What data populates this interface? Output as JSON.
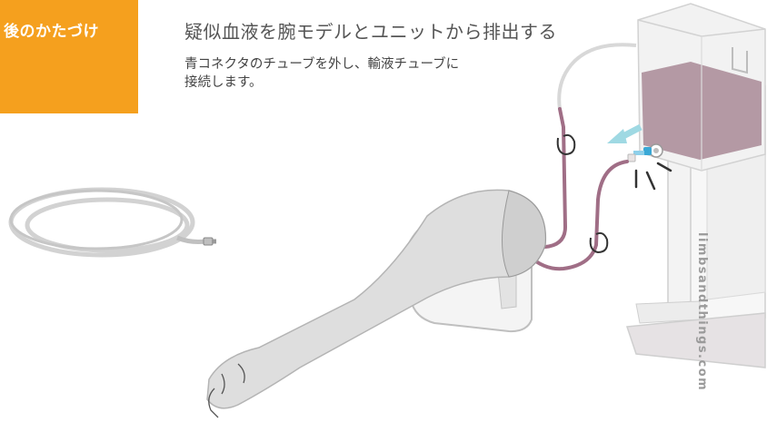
{
  "header": {
    "tab_label": "後のかたづけ",
    "title": "疑似血液を腕モデルとユニットから排出する"
  },
  "instruction": {
    "line1": "青コネクタのチューブを外し、輸液チューブに",
    "line2": "接続します。"
  },
  "watermark": "limbsandthings.com",
  "colors": {
    "tab": "#f5a01e",
    "fluid": "#a98a96",
    "tubing": "#a06e86",
    "connector_blue": "#3aa8d6"
  }
}
